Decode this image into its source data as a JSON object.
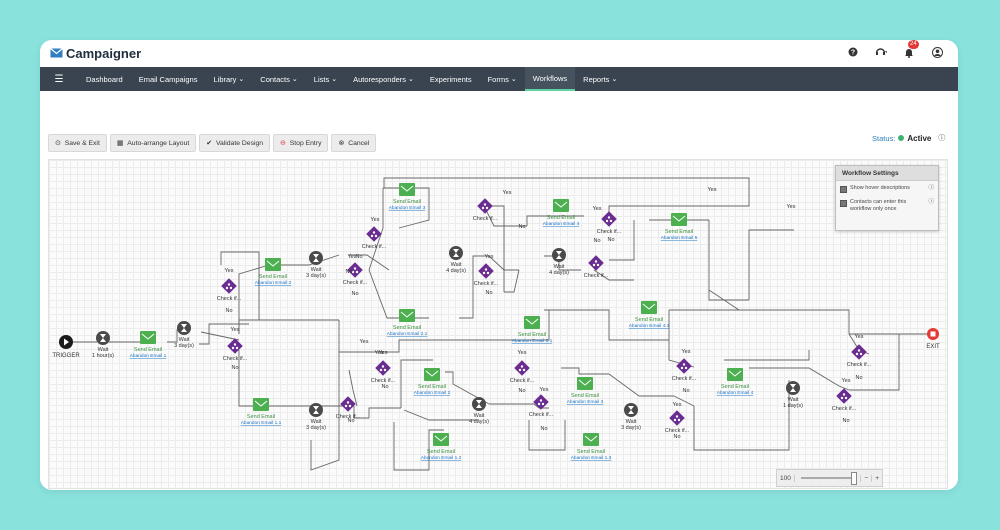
{
  "app": {
    "name": "Campaigner"
  },
  "topbar": {
    "help_icon": "question-icon",
    "support_icon": "headset-icon",
    "notifications_count": "24",
    "user_icon": "user-icon"
  },
  "nav": {
    "items": [
      {
        "label": "Dashboard",
        "dropdown": false
      },
      {
        "label": "Email Campaigns",
        "dropdown": false
      },
      {
        "label": "Library",
        "dropdown": true
      },
      {
        "label": "Contacts",
        "dropdown": true
      },
      {
        "label": "Lists",
        "dropdown": true
      },
      {
        "label": "Autoresponders",
        "dropdown": true
      },
      {
        "label": "Experiments",
        "dropdown": false
      },
      {
        "label": "Forms",
        "dropdown": true
      },
      {
        "label": "Workflows",
        "dropdown": false,
        "active": true
      },
      {
        "label": "Reports",
        "dropdown": true
      }
    ]
  },
  "toolbar": {
    "save_exit": "Save & Exit",
    "auto_arrange": "Auto-arrange Layout",
    "validate": "Validate Design",
    "stop_entry": "Stop Entry",
    "cancel": "Cancel"
  },
  "status": {
    "label": "Status:",
    "value": "Active",
    "color": "#3cb371"
  },
  "settings": {
    "title": "Workflow Settings",
    "option1": "Show hover descriptions",
    "option2": "Contacts can enter this workflow only once"
  },
  "zoom": {
    "value": "100"
  },
  "colors": {
    "send": "#4caf50",
    "check": "#6a2c91",
    "wait": "#555555",
    "exit": "#e53935",
    "link": "#1a73c8"
  },
  "workflow": {
    "trigger": "TRIGGER",
    "exit": "EXIT",
    "send_title": "Send Email",
    "check_label": "Check if...",
    "wait_label": "Wait",
    "yes": "Yes",
    "no": "No",
    "sends": [
      {
        "link": "Abandon Email 1"
      },
      {
        "link": "Abandon Email 2"
      },
      {
        "link": "Abandon Email 3"
      },
      {
        "link": "Abandon Email 2.1"
      },
      {
        "link": "Abandon Email 4"
      },
      {
        "link": "Abandon Email 5"
      },
      {
        "link": "Abandon Email 3.1"
      },
      {
        "link": "Abandon Email 4.1"
      },
      {
        "link": "Abandon Email 1.1"
      },
      {
        "link": "Abandon Email 2"
      },
      {
        "link": "Abandon Email 1.2"
      },
      {
        "link": "Abandon Email 3"
      },
      {
        "link": "Abandon Email 1.3"
      },
      {
        "link": "Abandon Email 4"
      }
    ],
    "waits": [
      {
        "duration": "1 hour(s)"
      },
      {
        "duration": "3 day(s)"
      },
      {
        "duration": "3 day(s)"
      },
      {
        "duration": "4 day(s)"
      },
      {
        "duration": "4 day(s)"
      },
      {
        "duration": "3 day(s)"
      },
      {
        "duration": "4 day(s)"
      },
      {
        "duration": "3 day(s)"
      },
      {
        "duration": "1 day(s)"
      }
    ]
  }
}
